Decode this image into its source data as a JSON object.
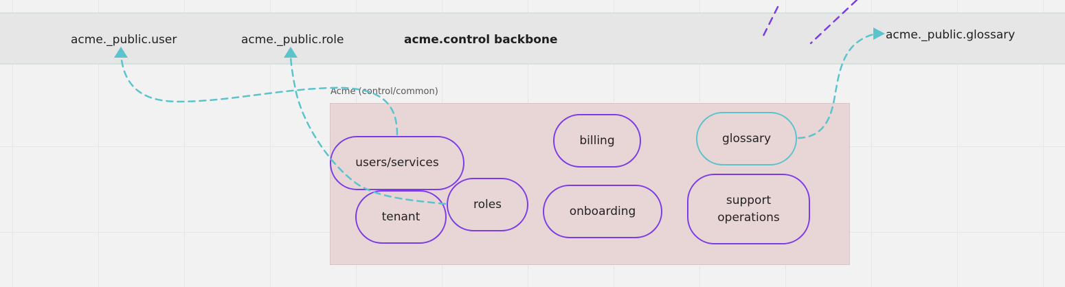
{
  "backbone": {
    "user_table": "acme._public.user",
    "role_table": "acme._public.role",
    "title": "acme.control backbone",
    "glossary_table": "acme._public.glossary"
  },
  "frame": {
    "title": "Acme (control/common)",
    "fill_color": "#e8d5d6"
  },
  "nodes": {
    "users_services": "users/services",
    "tenant": "tenant",
    "roles": "roles",
    "billing": "billing",
    "onboarding": "onboarding",
    "glossary": "glossary",
    "support_line1": "support",
    "support_line2": "operations"
  },
  "colors": {
    "node_border": "#7b3ce6",
    "connector": "#5ac3cc",
    "band": "#e6e6e6"
  }
}
